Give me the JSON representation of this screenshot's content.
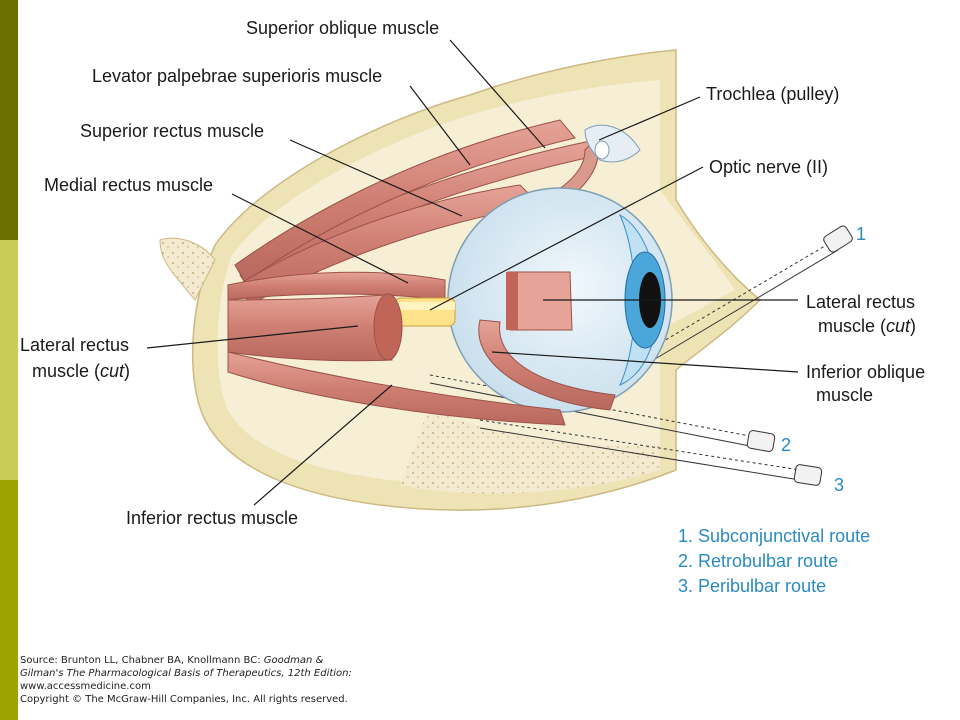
{
  "labels": {
    "superior_oblique": "Superior oblique muscle",
    "levator": "Levator palpebrae superioris muscle",
    "superior_rectus": "Superior rectus muscle",
    "medial_rectus": "Medial rectus muscle",
    "lateral_rectus_left_1": "Lateral rectus",
    "lateral_rectus_left_2a": "muscle (",
    "lateral_rectus_left_2b": "cut",
    "lateral_rectus_left_2c": ")",
    "inferior_rectus": "Inferior rectus muscle",
    "trochlea": "Trochlea (pulley)",
    "optic_nerve": "Optic nerve (II)",
    "lateral_rectus_right_1": "Lateral rectus",
    "lateral_rectus_right_2a": "muscle (",
    "lateral_rectus_right_2b": "cut",
    "lateral_rectus_right_2c": ")",
    "inferior_oblique_1": "Inferior oblique",
    "inferior_oblique_2": "muscle"
  },
  "needles": {
    "n1": "1",
    "n2": "2",
    "n3": "3"
  },
  "routes": [
    "1. Subconjunctival route",
    "2. Retrobulbar route",
    "3. Peribulbar route"
  ],
  "source": {
    "line1a": "Source: Brunton LL, Chabner BA, Knollmann BC: ",
    "line1b": "Goodman &",
    "line2": "Gilman's The Pharmacological Basis of Therapeutics, 12th Edition:",
    "line3": "www.accessmedicine.com",
    "line4": "Copyright © The McGraw-Hill Companies, Inc. All rights reserved."
  },
  "colors": {
    "sidebar_dark": "#6b7000",
    "sidebar_light": "#c9cc57",
    "sidebar_mid": "#9da300",
    "bone": "#eee3b4",
    "muscle": "#d4867a",
    "eyeball": "#dcecf5",
    "route_text": "#2a8ac4"
  }
}
